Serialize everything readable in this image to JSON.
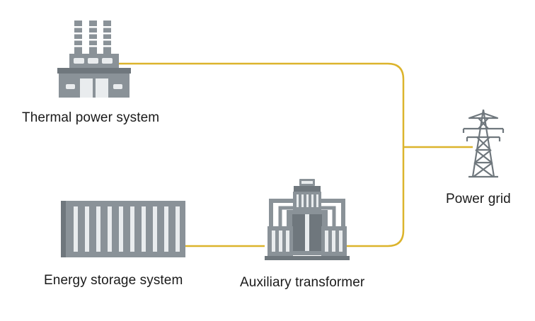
{
  "nodes": {
    "thermal": {
      "label": "Thermal power system",
      "icon": "thermal-power-plant-icon"
    },
    "grid": {
      "label": "Power grid",
      "icon": "transmission-tower-icon"
    },
    "storage": {
      "label": "Energy storage system",
      "icon": "battery-container-icon"
    },
    "auxiliary": {
      "label": "Auxiliary transformer",
      "icon": "transformer-icon"
    }
  },
  "colors": {
    "line": "#dcb42c",
    "icon_fill": "#8a9298",
    "icon_dark": "#6f777d",
    "icon_light": "#e9ecee"
  }
}
